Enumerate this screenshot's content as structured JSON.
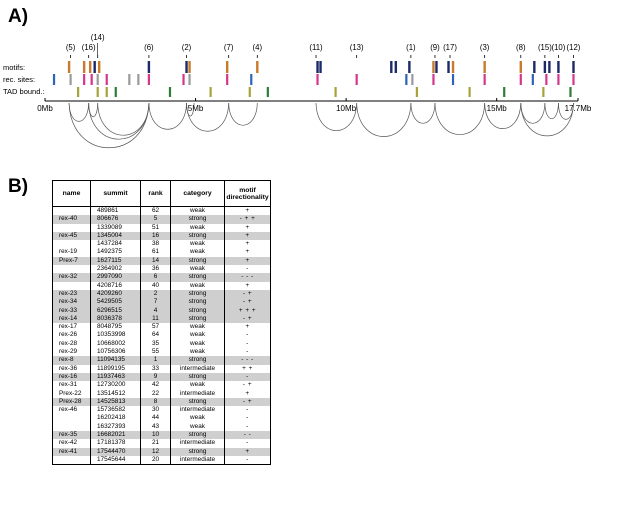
{
  "panelA": {
    "label": "A)",
    "track_labels": [
      "motifs:",
      "rec. sites:",
      "TAD bound.:"
    ],
    "axis_ticks": [
      {
        "label": "0Mb",
        "mb": 0
      },
      {
        "label": "5Mb",
        "mb": 5
      },
      {
        "label": "10Mb",
        "mb": 10
      },
      {
        "label": "15Mb",
        "mb": 15
      },
      {
        "label": "17.7Mb",
        "mb": 17.7
      }
    ],
    "axis_max_mb": 17.7,
    "colors": {
      "orange": "#c97a2c",
      "navy": "#1c2a66",
      "magenta": "#d4368e",
      "blue": "#2e63b7",
      "gray": "#9a9a9a",
      "olive": "#a7a33a",
      "green": "#2e7d36",
      "arc": "#555555"
    },
    "site_labels": [
      {
        "text": "(5)",
        "mb": 0.85
      },
      {
        "text": "(16)",
        "mb": 1.45
      },
      {
        "text": "(14)",
        "mb": 1.75
      },
      {
        "text": "(6)",
        "mb": 3.45
      },
      {
        "text": "(2)",
        "mb": 4.7
      },
      {
        "text": "(7)",
        "mb": 6.1
      },
      {
        "text": "(4)",
        "mb": 7.05
      },
      {
        "text": "(11)",
        "mb": 9.0
      },
      {
        "text": "(13)",
        "mb": 10.35
      },
      {
        "text": "(1)",
        "mb": 12.15
      },
      {
        "text": "(9)",
        "mb": 12.95
      },
      {
        "text": "(17)",
        "mb": 13.45
      },
      {
        "text": "(3)",
        "mb": 14.6
      },
      {
        "text": "(8)",
        "mb": 15.8
      },
      {
        "text": "(15)",
        "mb": 16.6
      },
      {
        "text": "(10)",
        "mb": 17.05
      },
      {
        "text": "(12)",
        "mb": 17.55
      }
    ],
    "motif_marks": [
      {
        "mb": 0.8,
        "color": "orange"
      },
      {
        "mb": 1.3,
        "color": "orange"
      },
      {
        "mb": 1.5,
        "color": "orange"
      },
      {
        "mb": 1.65,
        "color": "navy"
      },
      {
        "mb": 1.8,
        "color": "orange"
      },
      {
        "mb": 3.45,
        "color": "navy"
      },
      {
        "mb": 4.7,
        "color": "navy"
      },
      {
        "mb": 4.8,
        "color": "orange"
      },
      {
        "mb": 6.05,
        "color": "orange"
      },
      {
        "mb": 7.05,
        "color": "orange"
      },
      {
        "mb": 9.05,
        "color": "navy"
      },
      {
        "mb": 9.15,
        "color": "navy"
      },
      {
        "mb": 11.5,
        "color": "navy"
      },
      {
        "mb": 11.65,
        "color": "navy"
      },
      {
        "mb": 12.1,
        "color": "navy"
      },
      {
        "mb": 12.9,
        "color": "orange"
      },
      {
        "mb": 13.0,
        "color": "navy"
      },
      {
        "mb": 13.4,
        "color": "navy"
      },
      {
        "mb": 13.55,
        "color": "orange"
      },
      {
        "mb": 14.6,
        "color": "orange"
      },
      {
        "mb": 15.8,
        "color": "orange"
      },
      {
        "mb": 16.25,
        "color": "navy"
      },
      {
        "mb": 16.6,
        "color": "navy"
      },
      {
        "mb": 16.75,
        "color": "navy"
      },
      {
        "mb": 17.05,
        "color": "navy"
      },
      {
        "mb": 17.55,
        "color": "navy"
      }
    ],
    "rec_marks": [
      {
        "mb": 0.3,
        "color": "blue"
      },
      {
        "mb": 0.85,
        "color": "gray"
      },
      {
        "mb": 1.3,
        "color": "magenta"
      },
      {
        "mb": 1.55,
        "color": "magenta"
      },
      {
        "mb": 1.75,
        "color": "gray"
      },
      {
        "mb": 2.05,
        "color": "magenta"
      },
      {
        "mb": 2.8,
        "color": "gray"
      },
      {
        "mb": 3.1,
        "color": "gray"
      },
      {
        "mb": 3.45,
        "color": "magenta"
      },
      {
        "mb": 4.6,
        "color": "magenta"
      },
      {
        "mb": 4.8,
        "color": "gray"
      },
      {
        "mb": 6.05,
        "color": "magenta"
      },
      {
        "mb": 6.85,
        "color": "blue"
      },
      {
        "mb": 9.05,
        "color": "magenta"
      },
      {
        "mb": 10.35,
        "color": "magenta"
      },
      {
        "mb": 12.0,
        "color": "blue"
      },
      {
        "mb": 12.2,
        "color": "gray"
      },
      {
        "mb": 12.9,
        "color": "magenta"
      },
      {
        "mb": 13.55,
        "color": "blue"
      },
      {
        "mb": 14.6,
        "color": "magenta"
      },
      {
        "mb": 15.8,
        "color": "magenta"
      },
      {
        "mb": 16.2,
        "color": "blue"
      },
      {
        "mb": 16.65,
        "color": "magenta"
      },
      {
        "mb": 17.05,
        "color": "magenta"
      },
      {
        "mb": 17.55,
        "color": "magenta"
      }
    ],
    "tad_marks": [
      {
        "mb": 1.1,
        "color": "olive"
      },
      {
        "mb": 1.75,
        "color": "olive"
      },
      {
        "mb": 2.05,
        "color": "olive"
      },
      {
        "mb": 2.35,
        "color": "green"
      },
      {
        "mb": 4.15,
        "color": "green"
      },
      {
        "mb": 5.5,
        "color": "olive"
      },
      {
        "mb": 6.8,
        "color": "olive"
      },
      {
        "mb": 7.4,
        "color": "green"
      },
      {
        "mb": 9.65,
        "color": "olive"
      },
      {
        "mb": 12.35,
        "color": "olive"
      },
      {
        "mb": 14.1,
        "color": "olive"
      },
      {
        "mb": 15.25,
        "color": "green"
      },
      {
        "mb": 16.55,
        "color": "olive"
      },
      {
        "mb": 17.45,
        "color": "green"
      }
    ],
    "arcs": [
      {
        "from": 0.8,
        "to": 1.45
      },
      {
        "from": 0.8,
        "to": 3.45
      },
      {
        "from": 1.45,
        "to": 1.75
      },
      {
        "from": 1.45,
        "to": 3.45
      },
      {
        "from": 1.75,
        "to": 3.45
      },
      {
        "from": 3.45,
        "to": 4.7
      },
      {
        "from": 4.7,
        "to": 4.95
      },
      {
        "from": 4.7,
        "to": 6.1
      },
      {
        "from": 6.1,
        "to": 7.05
      },
      {
        "from": 9.0,
        "to": 10.35
      },
      {
        "from": 10.35,
        "to": 12.15
      },
      {
        "from": 12.15,
        "to": 12.95
      },
      {
        "from": 12.95,
        "to": 14.6
      },
      {
        "from": 14.6,
        "to": 15.8
      },
      {
        "from": 15.8,
        "to": 16.6
      },
      {
        "from": 15.8,
        "to": 17.55
      },
      {
        "from": 16.6,
        "to": 17.05
      },
      {
        "from": 17.05,
        "to": 17.55
      }
    ]
  },
  "panelB": {
    "label": "B)",
    "headers": {
      "name": "name",
      "summit": "summit",
      "rank": "rank",
      "category": "category",
      "motif": "motif directionality"
    },
    "rows": [
      {
        "name": "",
        "summit": "489861",
        "rank": "62",
        "category": "weak",
        "motif": "+",
        "shaded": false
      },
      {
        "name": "rex-40",
        "summit": "806676",
        "rank": "5",
        "category": "strong",
        "motif": "- + +",
        "shaded": true
      },
      {
        "name": "",
        "summit": "1339089",
        "rank": "51",
        "category": "weak",
        "motif": "+",
        "shaded": false
      },
      {
        "name": "rex-45",
        "summit": "1345004",
        "rank": "16",
        "category": "strong",
        "motif": "+",
        "shaded": true
      },
      {
        "name": "",
        "summit": "1437284",
        "rank": "38",
        "category": "weak",
        "motif": "+",
        "shaded": false
      },
      {
        "name": "rex-19",
        "summit": "1492375",
        "rank": "61",
        "category": "weak",
        "motif": "+",
        "shaded": false
      },
      {
        "name": "Prex-7",
        "summit": "1627115",
        "rank": "14",
        "category": "strong",
        "motif": "+",
        "shaded": true
      },
      {
        "name": "",
        "summit": "2364902",
        "rank": "36",
        "category": "weak",
        "motif": "-",
        "shaded": false
      },
      {
        "name": "rex-32",
        "summit": "2997090",
        "rank": "6",
        "category": "strong",
        "motif": "- - -",
        "shaded": true
      },
      {
        "name": "",
        "summit": "4208716",
        "rank": "40",
        "category": "weak",
        "motif": "+",
        "shaded": false
      },
      {
        "name": "rex-23",
        "summit": "4209260",
        "rank": "2",
        "category": "strong",
        "motif": "- +",
        "shaded": true
      },
      {
        "name": "rex-34",
        "summit": "5429505",
        "rank": "7",
        "category": "strong",
        "motif": "- +",
        "shaded": true
      },
      {
        "name": "rex-33",
        "summit": "6296515",
        "rank": "4",
        "category": "strong",
        "motif": "+ + +",
        "shaded": true
      },
      {
        "name": "rex-14",
        "summit": "8036378",
        "rank": "11",
        "category": "strong",
        "motif": "- +",
        "shaded": true
      },
      {
        "name": "rex-17",
        "summit": "8048795",
        "rank": "57",
        "category": "weak",
        "motif": "+",
        "shaded": false
      },
      {
        "name": "rex-26",
        "summit": "10353998",
        "rank": "64",
        "category": "weak",
        "motif": "-",
        "shaded": false
      },
      {
        "name": "rex-28",
        "summit": "10668002",
        "rank": "35",
        "category": "weak",
        "motif": "-",
        "shaded": false
      },
      {
        "name": "rex-29",
        "summit": "10756306",
        "rank": "55",
        "category": "weak",
        "motif": "-",
        "shaded": false
      },
      {
        "name": "rex-8",
        "summit": "11094135",
        "rank": "1",
        "category": "strong",
        "motif": "- - -",
        "shaded": true
      },
      {
        "name": "rex-36",
        "summit": "11899195",
        "rank": "33",
        "category": "intermediate",
        "motif": "+ +",
        "shaded": false
      },
      {
        "name": "rex-16",
        "summit": "11937463",
        "rank": "9",
        "category": "strong",
        "motif": "-",
        "shaded": true
      },
      {
        "name": "rex-31",
        "summit": "12730200",
        "rank": "42",
        "category": "weak",
        "motif": "- +",
        "shaded": false
      },
      {
        "name": "Prex-22",
        "summit": "13514512",
        "rank": "22",
        "category": "intermediate",
        "motif": "+",
        "shaded": false
      },
      {
        "name": "Prex-28",
        "summit": "14525813",
        "rank": "8",
        "category": "strong",
        "motif": "- +",
        "shaded": true
      },
      {
        "name": "rex-46",
        "summit": "15736582",
        "rank": "30",
        "category": "intermediate",
        "motif": "-",
        "shaded": false
      },
      {
        "name": "",
        "summit": "16202418",
        "rank": "44",
        "category": "weak",
        "motif": "-",
        "shaded": false
      },
      {
        "name": "",
        "summit": "16327393",
        "rank": "43",
        "category": "weak",
        "motif": "-",
        "shaded": false
      },
      {
        "name": "rex-35",
        "summit": "16682021",
        "rank": "10",
        "category": "strong",
        "motif": "- -",
        "shaded": true
      },
      {
        "name": "rex-42",
        "summit": "17181378",
        "rank": "21",
        "category": "intermediate",
        "motif": "-",
        "shaded": false
      },
      {
        "name": "rex-41",
        "summit": "17544470",
        "rank": "12",
        "category": "strong",
        "motif": "+",
        "shaded": true
      },
      {
        "name": "",
        "summit": "17545644",
        "rank": "20",
        "category": "intermediate",
        "motif": "-",
        "shaded": false
      }
    ]
  }
}
